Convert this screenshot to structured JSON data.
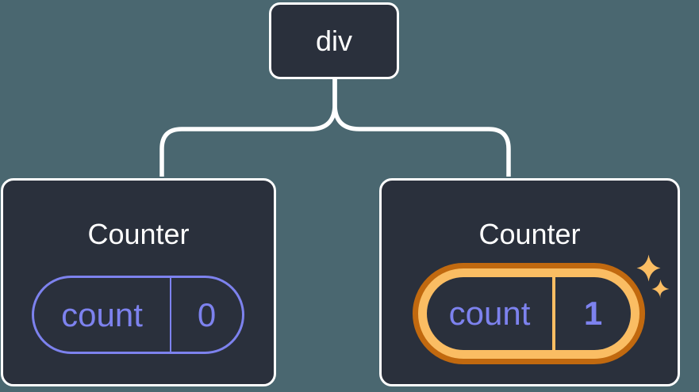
{
  "tree": {
    "root": {
      "label": "div"
    },
    "children": [
      {
        "title": "Counter",
        "state": {
          "key": "count",
          "value": "0"
        },
        "highlighted": false
      },
      {
        "title": "Counter",
        "state": {
          "key": "count",
          "value": "1"
        },
        "highlighted": true
      }
    ]
  },
  "colors": {
    "background": "#4a6770",
    "node_fill": "#2a303c",
    "node_border": "#ffffff",
    "title_text": "#ffffff",
    "state_accent": "#7d82ee",
    "highlight_ring_outer": "#c1690f",
    "highlight_ring_inner": "#fabd63",
    "sparkle": "#fabd63",
    "connector": "#ffffff"
  }
}
